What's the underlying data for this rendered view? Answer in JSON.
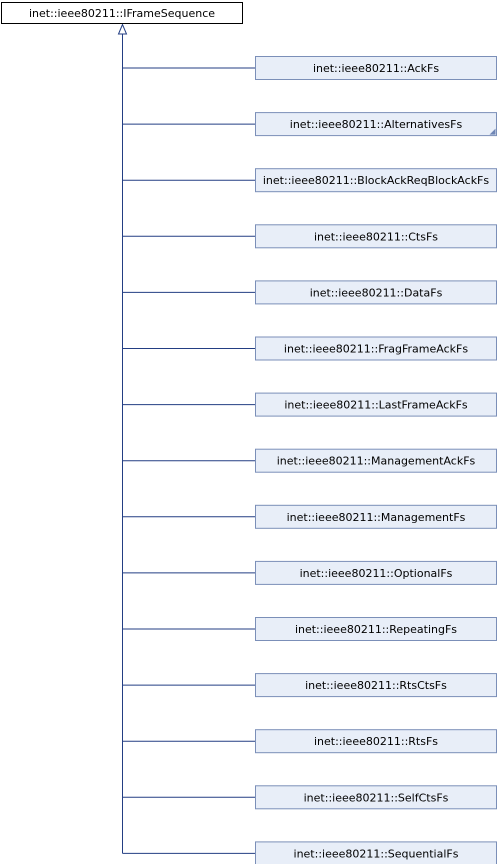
{
  "base": {
    "label": "inet::ieee80211::IFrameSequence"
  },
  "derived": [
    {
      "label": "inet::ieee80211::AckFs",
      "has_more_indicator": false
    },
    {
      "label": "inet::ieee80211::AlternativesFs",
      "has_more_indicator": true
    },
    {
      "label": "inet::ieee80211::BlockAckReqBlockAckFs",
      "has_more_indicator": false
    },
    {
      "label": "inet::ieee80211::CtsFs",
      "has_more_indicator": false
    },
    {
      "label": "inet::ieee80211::DataFs",
      "has_more_indicator": false
    },
    {
      "label": "inet::ieee80211::FragFrameAckFs",
      "has_more_indicator": false
    },
    {
      "label": "inet::ieee80211::LastFrameAckFs",
      "has_more_indicator": false
    },
    {
      "label": "inet::ieee80211::ManagementAckFs",
      "has_more_indicator": false
    },
    {
      "label": "inet::ieee80211::ManagementFs",
      "has_more_indicator": false
    },
    {
      "label": "inet::ieee80211::OptionalFs",
      "has_more_indicator": false
    },
    {
      "label": "inet::ieee80211::RepeatingFs",
      "has_more_indicator": false
    },
    {
      "label": "inet::ieee80211::RtsCtsFs",
      "has_more_indicator": false
    },
    {
      "label": "inet::ieee80211::RtsFs",
      "has_more_indicator": false
    },
    {
      "label": "inet::ieee80211::SelfCtsFs",
      "has_more_indicator": false
    },
    {
      "label": "inet::ieee80211::SequentialFs",
      "has_more_indicator": false
    }
  ],
  "colors": {
    "base_fill": "#ffffff",
    "base_stroke": "#000000",
    "derived_fill": "#e8eef8",
    "derived_stroke": "#7b8fb8",
    "edge": "#233e83",
    "more_indicator": "#6f86b5"
  }
}
